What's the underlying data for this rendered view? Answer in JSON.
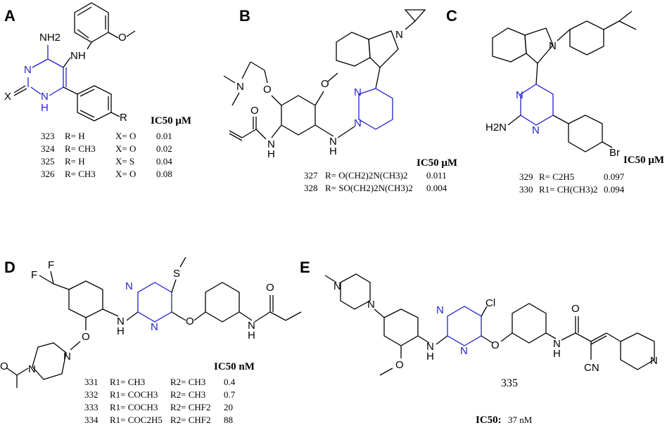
{
  "panels": {
    "A": {
      "letter": "A",
      "atoms": {
        "nh2": "NH2",
        "nh": "NH",
        "n1": "N",
        "n2": "N",
        "h": "H",
        "x": "X",
        "r": "R",
        "o": "O"
      },
      "header": "IC50 μM",
      "rows": [
        {
          "id": "323",
          "r": "R= H",
          "x": "X= O",
          "v": "0.01"
        },
        {
          "id": "324",
          "r": "R= CH3",
          "x": "X= O",
          "v": "0.02"
        },
        {
          "id": "325",
          "r": "R= H",
          "x": "X= S",
          "v": "0.04"
        },
        {
          "id": "326",
          "r": "R= CH3",
          "x": "X= O",
          "v": "0.08"
        }
      ]
    },
    "B": {
      "letter": "B",
      "atoms": {
        "n_indole": "N",
        "n_dma": "N",
        "o1": "O",
        "o2": "O",
        "o_amide": "O",
        "nh1": "N",
        "h1": "H",
        "nh2": "N",
        "h2": "H",
        "pn1": "N",
        "pn2": "N"
      },
      "header": "IC50 μM",
      "rows": [
        {
          "id": "327",
          "r": "R= O(CH2)2N(CH3)2",
          "v": "0.011"
        },
        {
          "id": "328",
          "r": "R= SO(CH2)2N(CH3)2",
          "v": "0.004"
        }
      ]
    },
    "C": {
      "letter": "C",
      "atoms": {
        "n_indole": "N",
        "pn1": "N",
        "pn2": "N",
        "h2n": "H2N",
        "br": "Br"
      },
      "header": "IC50 μM",
      "rows": [
        {
          "id": "329",
          "r": "R= C2H5",
          "v": "0.097"
        },
        {
          "id": "330",
          "r": "R1= CH(CH3)2",
          "v": "0.094"
        }
      ]
    },
    "D": {
      "letter": "D",
      "atoms": {
        "f1": "F",
        "f2": "F",
        "s": "S",
        "pn1": "N",
        "pn2": "N",
        "n1": "N",
        "h1": "H",
        "n2": "N",
        "h2": "H",
        "o_bridge": "O",
        "o_amide": "O",
        "o_ether": "O",
        "o_acetyl": "O",
        "n_pip1": "N",
        "n_pip2": "N"
      },
      "header": "IC50 nM",
      "rows": [
        {
          "id": "331",
          "r1": "R1= CH3",
          "r2": "R2= CH3",
          "v": "0.4"
        },
        {
          "id": "332",
          "r1": "R1= COCH3",
          "r2": "R2= CH3",
          "v": "0.7"
        },
        {
          "id": "333",
          "r1": "R1= COCH3",
          "r2": "R2= CHF2",
          "v": "20"
        },
        {
          "id": "334",
          "r1": "R1= COC2H5",
          "r2": "R2= CHF2",
          "v": "88"
        }
      ]
    },
    "E": {
      "letter": "E",
      "atoms": {
        "n_pip1": "N",
        "n_pip2": "N",
        "cl": "Cl",
        "pn1": "N",
        "pn2": "N",
        "n1": "N",
        "h1": "H",
        "n2": "N",
        "h2": "H",
        "o_bridge": "O",
        "o_methoxy": "O",
        "o_amide": "O",
        "cn": "CN",
        "n_pyr": "N"
      },
      "compound": "335",
      "ic50_label": "IC50:",
      "ic50_value": "37 nM"
    }
  }
}
